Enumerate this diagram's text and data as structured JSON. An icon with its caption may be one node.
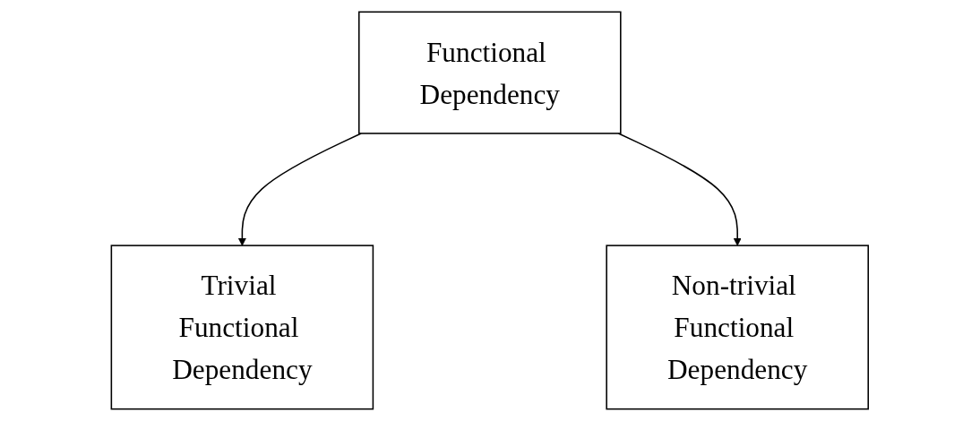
{
  "diagram": {
    "nodes": [
      {
        "text": [
          "Functional Dependency"
        ]
      },
      {
        "text": [
          "Trivial Functional Dependency"
        ]
      },
      {
        "text": [
          "Non-trivial Functional Dependency"
        ]
      }
    ],
    "edges": [
      {
        "from": 0,
        "to": 1,
        "arrow": "to"
      },
      {
        "from": 0,
        "to": 2,
        "arrow": "to"
      }
    ]
  }
}
